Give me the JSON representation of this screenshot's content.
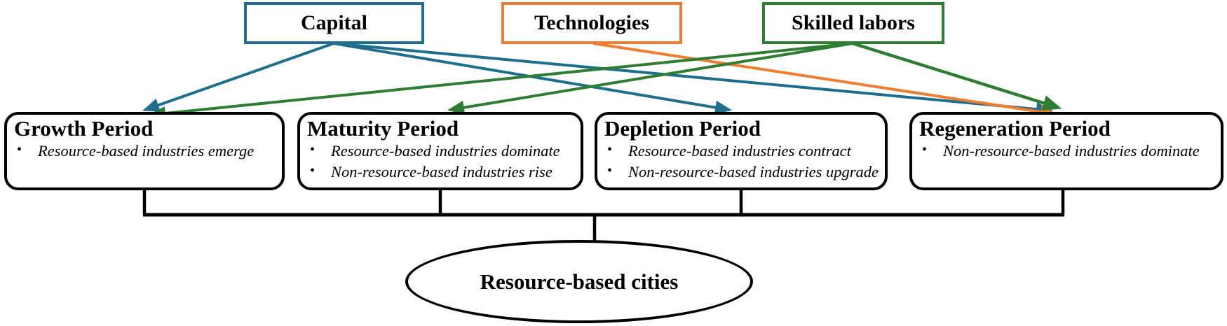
{
  "diagram": {
    "title": "Resource-based cities development diagram",
    "colors": {
      "capital": "#1f6e8c",
      "technologies": "#ed7d31",
      "skilled_labors": "#2e7d32",
      "connector": "#000000"
    },
    "inputs": [
      {
        "id": "capital",
        "label": "Capital"
      },
      {
        "id": "technologies",
        "label": "Technologies"
      },
      {
        "id": "skilled-labors",
        "label": "Skilled labors"
      }
    ],
    "periods": [
      {
        "id": "growth",
        "title": "Growth Period",
        "bullets": [
          "Resource-based industries emerge"
        ]
      },
      {
        "id": "maturity",
        "title": "Maturity Period",
        "bullets": [
          "Resource-based industries dominate",
          "Non-resource-based industries rise"
        ]
      },
      {
        "id": "depletion",
        "title": "Depletion Period",
        "bullets": [
          "Resource-based industries contract",
          "Non-resource-based industries upgrade"
        ]
      },
      {
        "id": "regeneration",
        "title": "Regeneration Period",
        "bullets": [
          "Non-resource-based industries dominate"
        ]
      }
    ],
    "edges": [
      {
        "from": "Capital",
        "to": "Growth Period"
      },
      {
        "from": "Capital",
        "to": "Depletion Period"
      },
      {
        "from": "Capital",
        "to": "Regeneration Period"
      },
      {
        "from": "Technologies",
        "to": "Regeneration Period"
      },
      {
        "from": "Skilled labors",
        "to": "Growth Period"
      },
      {
        "from": "Skilled labors",
        "to": "Maturity Period"
      },
      {
        "from": "Skilled labors",
        "to": "Regeneration Period"
      }
    ],
    "outcome": {
      "label": "Resource-based cities"
    }
  }
}
